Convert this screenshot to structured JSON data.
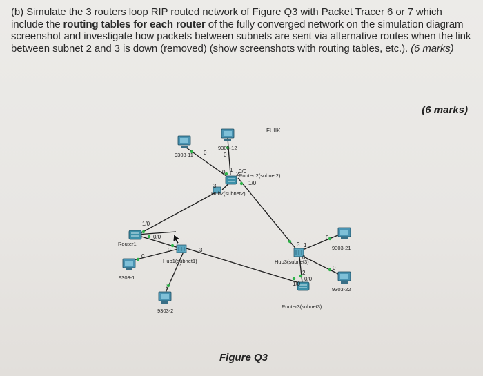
{
  "question": {
    "prefix": "(b) Simulate the 3 routers loop RIP routed network of Figure Q3 with Packet Tracer 6 or 7 which include the ",
    "bold": "routing tables for each router",
    "middle": " of the fully converged network on the simulation diagram screenshot and investigate how packets between subnets are sent via alternative routes when the link between subnet 2 and 3 is down (removed) (show screenshots with routing tables, etc.). ",
    "marks_inline": "(6 marks)"
  },
  "marks_right": "(6 marks)",
  "figure": {
    "top_label": "FUIIK",
    "caption": "Figure Q3",
    "devices": {
      "pc_9303_11": "9303-11",
      "pc_9303_12": "9303-12",
      "router2": "Router 2(subnet2)",
      "hub2": "Hub2(subnet2)",
      "router1": "Router1",
      "hub1": "Hub1(subnet1)",
      "pc_9303_1": "9303-1",
      "pc_9303_2": "9303-2",
      "pc_9303_21": "9303-21",
      "pc_9303_22": "9303-22",
      "hub3": "Hub3(subnet3)",
      "router3": "Router3(subnet3)"
    },
    "ports": {
      "p_11": "0",
      "p_12": "0",
      "r2_00": "0/0",
      "r2_10": "1/0",
      "r2_0": "0",
      "r2_1": "1",
      "r2_2": "2",
      "h2_3": "3",
      "r1_10": "1/0",
      "r1_00": "0/0",
      "h1_0": "0",
      "h1_1": "1",
      "h1_3": "3",
      "pc1_0": "0",
      "pc2_0": "0",
      "h3_3": "3",
      "h3_1": "1",
      "h3_0": "0",
      "h3_2": "2",
      "pc21_0": "0",
      "pc22_0": "0",
      "r3_00": "0/0",
      "r3_10": "1/0"
    }
  }
}
